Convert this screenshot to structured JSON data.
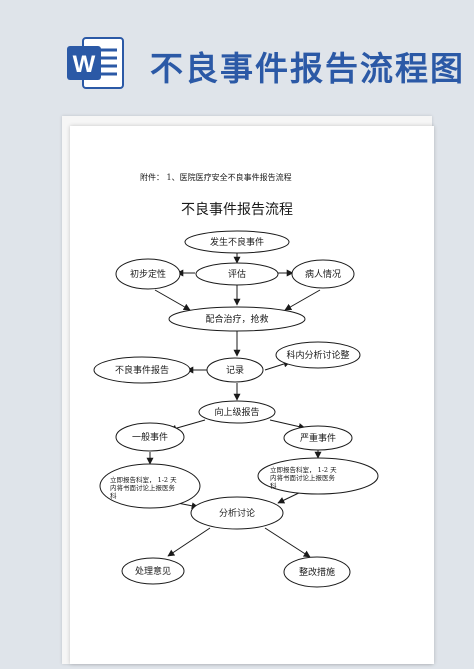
{
  "banner": {
    "icon": "word-icon",
    "icon_letter": "W",
    "title": "不良事件报告流程图",
    "accent": "#2b59a6"
  },
  "document": {
    "attachment_note": "附件： 1、医院医疗安全不良事件报告流程",
    "title": "不良事件报告流程"
  },
  "nodes": {
    "occur": "发生不良事件",
    "initial_nature": "初步定性",
    "evaluate": "评估",
    "patient_condition": "病人情况",
    "treatment": "配合治疗，抢救",
    "record": "记录",
    "adverse_report": "不良事件报告",
    "dept_discussion": "科内分析讨论整",
    "report_up": "向上级报告",
    "general_event": "一般事件",
    "serious_event": "严重事件",
    "general_action": [
      "立即报告科室，  1-2 天",
      "内将书面讨论上报医务",
      "科"
    ],
    "serious_action": [
      "立即报告科室，  1-2 天",
      "内将书面讨论上报医务",
      "科"
    ],
    "analysis": "分析讨论",
    "handling_opinion": "处理意见",
    "rectification": "整改措施"
  }
}
